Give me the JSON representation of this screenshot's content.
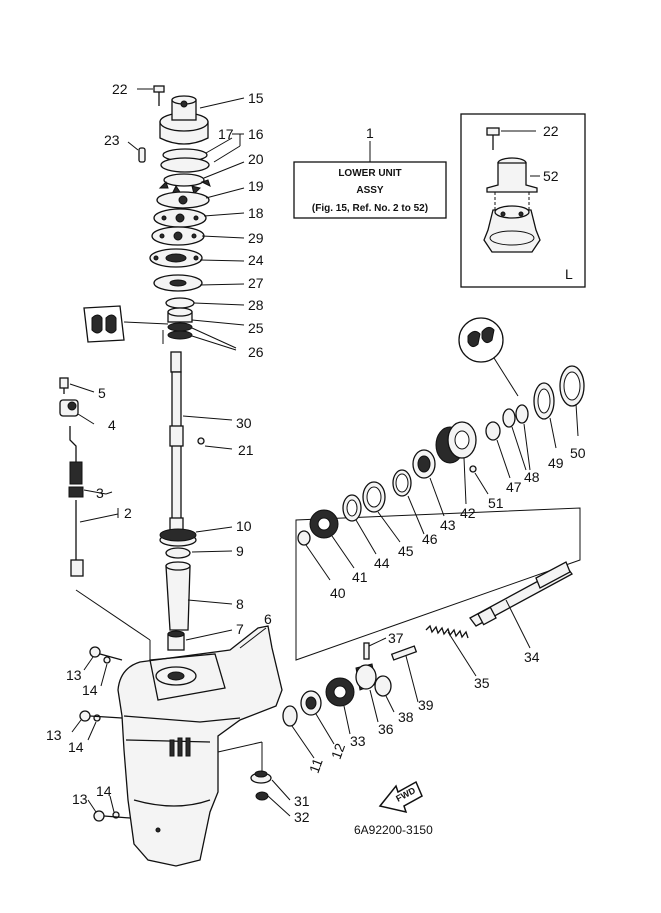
{
  "assy_box": {
    "ref": "1",
    "line1": "LOWER UNIT",
    "line2": "ASSY",
    "line3": "(Fig. 15, Ref. No. 2 to 52)"
  },
  "inset": {
    "label": "L",
    "callouts": [
      "22",
      "52"
    ]
  },
  "fwd_label": "FWD",
  "diagram_code": "6A92200-3150",
  "callouts": {
    "c22": "22",
    "c15": "15",
    "c23": "23",
    "c17": "17",
    "c16": "16",
    "c20": "20",
    "c19": "19",
    "c18": "18",
    "c29": "29",
    "c24": "24",
    "c27": "27",
    "c28": "28",
    "c25": "25",
    "c26": "26",
    "c5": "5",
    "c4": "4",
    "c30": "30",
    "c21": "21",
    "c3": "3",
    "c2": "2",
    "c10": "10",
    "c9": "9",
    "c8": "8",
    "c7": "7",
    "c6": "6",
    "c13a": "13",
    "c14a": "14",
    "c13b": "13",
    "c14b": "14",
    "c13c": "13",
    "c14c": "14",
    "c11": "11",
    "c12": "12",
    "c33": "33",
    "c36": "36",
    "c38": "38",
    "c39": "39",
    "c37": "37",
    "c35": "35",
    "c34": "34",
    "c31": "31",
    "c32": "32",
    "c40": "40",
    "c41": "41",
    "c44": "44",
    "c45": "45",
    "c46": "46",
    "c43": "43",
    "c42": "42",
    "c51": "51",
    "c47": "47",
    "c48": "48",
    "c49": "49",
    "c50": "50"
  }
}
